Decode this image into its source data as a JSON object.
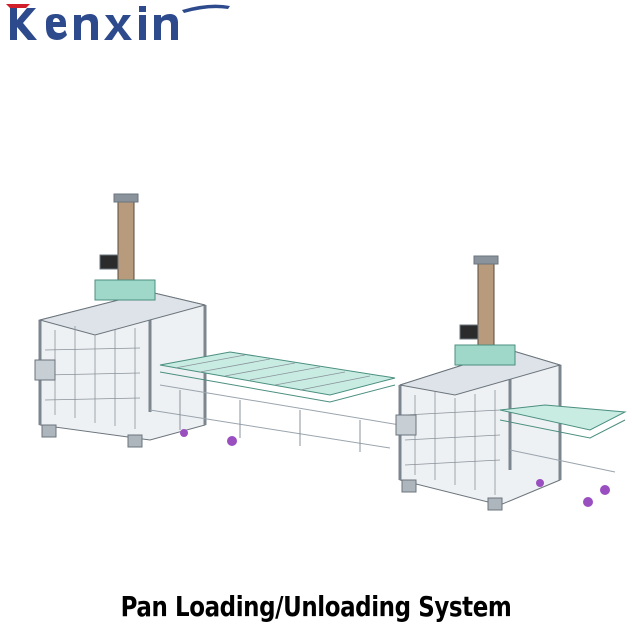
{
  "brand": {
    "name": "Kenxin",
    "logo_text": "Kenxin",
    "color": "#2c4a8c",
    "accent": "#d01f2a"
  },
  "caption": {
    "text": "Pan Loading/Unloading System"
  },
  "illustration": {
    "icon": "pan-loading-machine-drawing",
    "frame_color": "#9aa4ad",
    "conveyor_color": "#7fc9b8",
    "mast_color": "#a08870",
    "caster_color": "#9a4fc0"
  }
}
